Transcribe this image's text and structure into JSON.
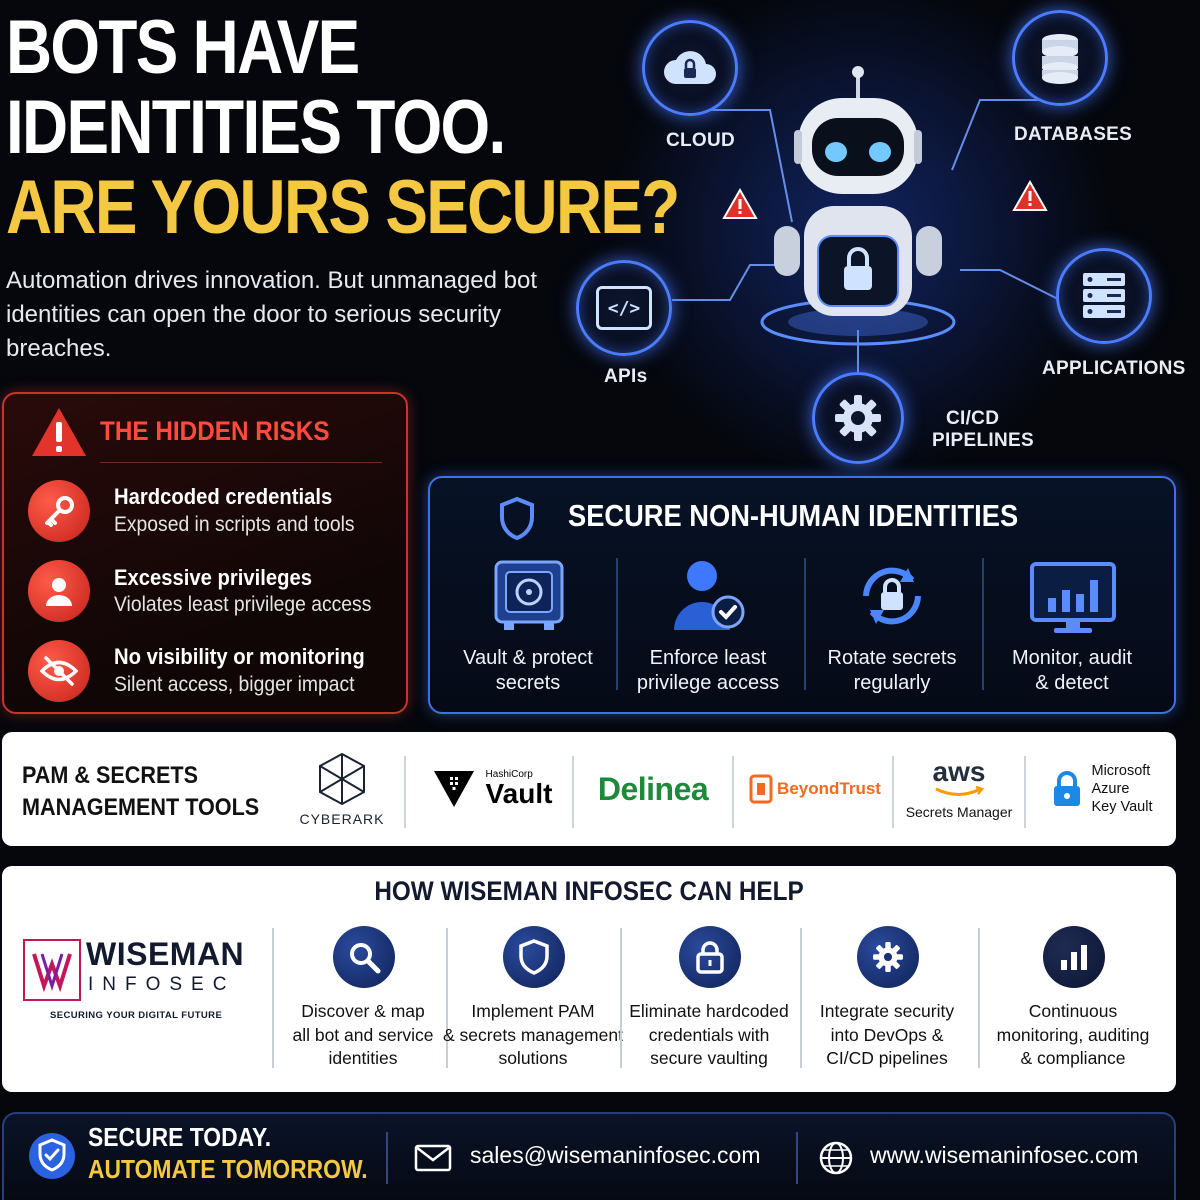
{
  "headline": {
    "line1": "BOTS HAVE",
    "line2": "IDENTITIES TOO.",
    "line3": "ARE YOURS SECURE?"
  },
  "intro": "Automation drives innovation. But unmanaged bot identities can open the door to serious security breaches.",
  "diagram": {
    "nodes": {
      "cloud": "CLOUD",
      "databases": "DATABASES",
      "apis": "APIs",
      "applications": "APPLICATIONS",
      "cicd_line1": "CI/CD",
      "cicd_line2": "PIPELINES"
    },
    "api_glyph": "</>"
  },
  "risks": {
    "title": "THE HIDDEN RISKS",
    "items": [
      {
        "head": "Hardcoded credentials",
        "sub": "Exposed in scripts and tools",
        "icon": "key-icon"
      },
      {
        "head": "Excessive privileges",
        "sub": "Violates least privilege access",
        "icon": "user-icon"
      },
      {
        "head": "No visibility or monitoring",
        "sub": "Silent access, bigger impact",
        "icon": "eye-off-icon"
      }
    ]
  },
  "secure": {
    "title": "SECURE NON-HUMAN IDENTITIES",
    "items": [
      {
        "line1": "Vault & protect",
        "line2": "secrets",
        "icon": "vault-icon"
      },
      {
        "line1": "Enforce least",
        "line2": "privilege access",
        "icon": "user-check-icon"
      },
      {
        "line1": "Rotate secrets",
        "line2": "regularly",
        "icon": "rotate-lock-icon"
      },
      {
        "line1": "Monitor, audit",
        "line2": "& detect",
        "icon": "monitor-chart-icon"
      }
    ]
  },
  "tools": {
    "title_line1": "PAM & SECRETS",
    "title_line2": "MANAGEMENT TOOLS",
    "cyberark": "CYBERARK",
    "vault_small": "HashiCorp",
    "vault_big": "Vault",
    "delinea": "Delinea",
    "beyondtrust": "BeyondTrust",
    "aws": "aws",
    "aws_sub": "Secrets Manager",
    "azure_line1": "Microsoft",
    "azure_line2": "Azure",
    "azure_line3": "Key Vault"
  },
  "help": {
    "title": "HOW WISEMAN INFOSEC CAN HELP",
    "brand_name": "WISEMAN",
    "brand_sub": "INFOSEC",
    "brand_tagline": "SECURING YOUR DIGITAL FUTURE",
    "items": [
      {
        "line1": "Discover & map",
        "line2": "all bot and service",
        "line3": "identities",
        "icon": "search-icon"
      },
      {
        "line1": "Implement PAM",
        "line2": "& secrets management",
        "line3": "solutions",
        "icon": "shield-icon"
      },
      {
        "line1": "Eliminate hardcoded",
        "line2": "credentials with",
        "line3": "secure vaulting",
        "icon": "lock-icon"
      },
      {
        "line1": "Integrate security",
        "line2": "into DevOps &",
        "line3": "CI/CD pipelines",
        "icon": "gear-icon"
      },
      {
        "line1": "Continuous",
        "line2": "monitoring, auditing",
        "line3": "& compliance",
        "icon": "bar-chart-icon"
      }
    ]
  },
  "footer": {
    "line1": "SECURE TODAY.",
    "line2": "AUTOMATE TOMORROW.",
    "email": "sales@wisemaninfosec.com",
    "website": "www.wisemaninfosec.com"
  },
  "colors": {
    "accent_yellow": "#f4c842",
    "risk_red": "#ff4a3d",
    "glow_blue": "#4b7bff",
    "navy": "#131a2e"
  }
}
